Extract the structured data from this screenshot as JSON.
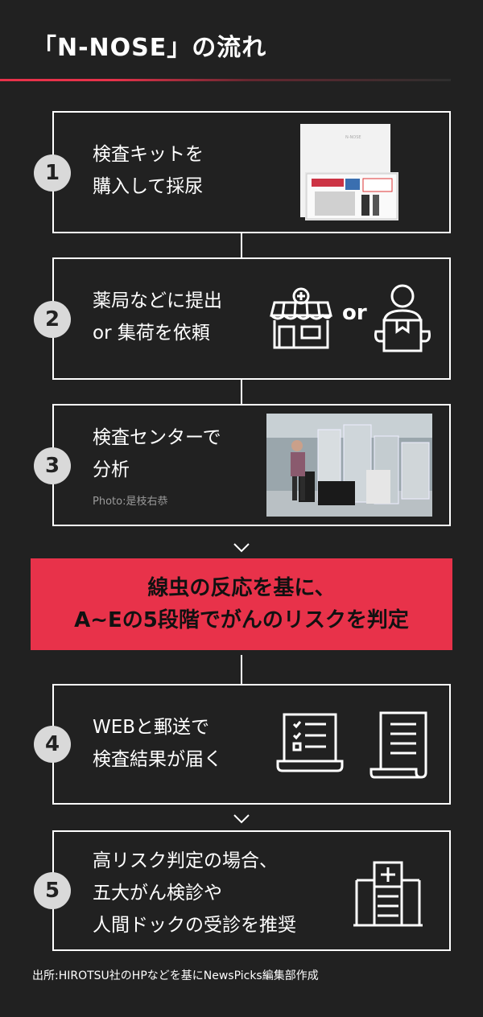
{
  "title": "「N-NOSE」の流れ",
  "steps": [
    {
      "number": "1",
      "line1": "検査キットを",
      "line2": "購入して採尿"
    },
    {
      "number": "2",
      "line1": "薬局などに提出",
      "line2": "or 集荷を依頼",
      "or_text": "or"
    },
    {
      "number": "3",
      "line1": "検査センターで",
      "line2": "分析",
      "credit": "Photo:是枝右恭"
    },
    {
      "number": "4",
      "line1": "WEBと郵送で",
      "line2": "検査結果が届く"
    },
    {
      "number": "5",
      "line1": "高リスク判定の場合、",
      "line2": "五大がん検診や",
      "line3": "人間ドックの受診を推奨"
    }
  ],
  "highlight": {
    "line1": "線虫の反応を基に、",
    "line2": "A~Eの5段階でがんのリスクを判定"
  },
  "source": "出所:HIROTSU社のHPなどを基にNewsPicks編集部作成",
  "colors": {
    "background": "#212121",
    "accent": "#e8324a",
    "number_circle": "#d9d9d9"
  },
  "icons": [
    "pharmacy-store-icon",
    "delivery-person-icon",
    "laptop-checklist-icon",
    "paper-document-icon",
    "hospital-icon"
  ]
}
